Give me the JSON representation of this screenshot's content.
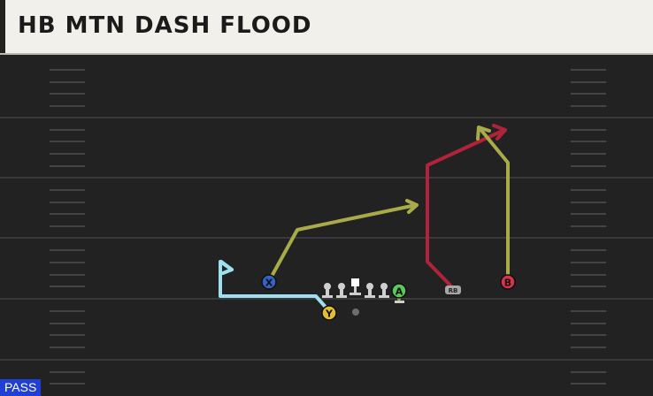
{
  "play": {
    "title": "HB MTN DASH FLOOD",
    "type": "PASS"
  },
  "players": {
    "x": "X",
    "y": "Y",
    "a": "A",
    "b": "B",
    "rb": "RB"
  },
  "colors": {
    "field": "#222222",
    "yard_line": "#3a3a3a",
    "hash": "#4a4a4a",
    "x_route": "#a8ab48",
    "a_route": "#a8ab48",
    "b_route": "#a8ab48",
    "y_route": "#9fe0f0",
    "rb_route": "#b0233a",
    "x_icon": "#3463c6",
    "y_icon": "#e5c02b",
    "a_icon": "#5bc85b",
    "b_icon": "#d9324a",
    "rb_icon": "#a7a7a7",
    "badge": "#1f3fd6"
  }
}
